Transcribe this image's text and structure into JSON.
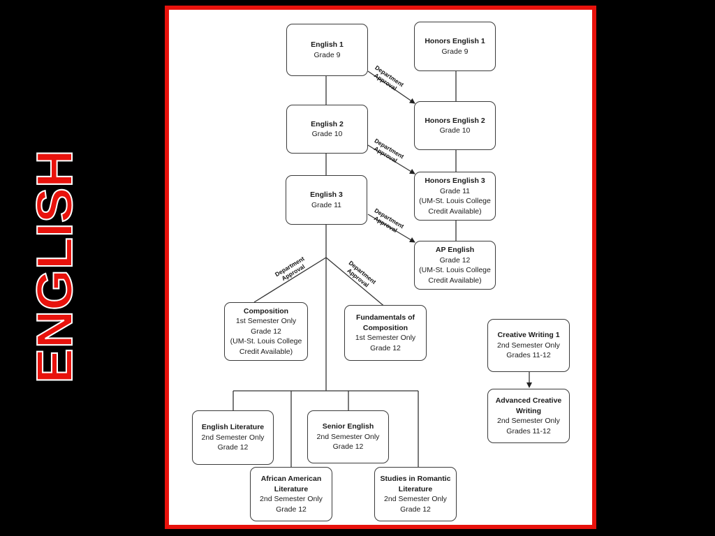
{
  "side_title": "ENGLISH",
  "colors": {
    "accent": "#e8120c",
    "background": "#000000",
    "line": "#333333"
  },
  "nodes": {
    "english1": {
      "title": "English 1",
      "lines": [
        "Grade 9"
      ]
    },
    "honors1": {
      "title": "Honors English 1",
      "lines": [
        "Grade 9"
      ]
    },
    "english2": {
      "title": "English 2",
      "lines": [
        "Grade 10"
      ]
    },
    "honors2": {
      "title": "Honors English 2",
      "lines": [
        "Grade 10"
      ]
    },
    "english3": {
      "title": "English 3",
      "lines": [
        "Grade 11"
      ]
    },
    "honors3": {
      "title": "Honors English 3",
      "lines": [
        "Grade 11",
        "(UM-St. Louis College",
        "Credit Available)"
      ]
    },
    "ap": {
      "title": "AP English",
      "lines": [
        "Grade 12",
        "(UM-St. Louis College",
        "Credit Available)"
      ]
    },
    "composition": {
      "title": "Composition",
      "lines": [
        "1st Semester Only",
        "Grade 12",
        "(UM-St. Louis College",
        "Credit Available)"
      ]
    },
    "fundamentals": {
      "title": "Fundamentals of Composition",
      "lines": [
        "1st Semester Only",
        "Grade 12"
      ]
    },
    "creative1": {
      "title": "Creative Writing 1",
      "lines": [
        "2nd Semester Only",
        "Grades 11-12"
      ]
    },
    "advcreative": {
      "title": "Advanced Creative Writing",
      "lines": [
        "2nd Semester Only",
        "Grades 11-12"
      ]
    },
    "englit": {
      "title": "English Literature",
      "lines": [
        "2nd Semester Only",
        "Grade 12"
      ]
    },
    "senior": {
      "title": "Senior English",
      "lines": [
        "2nd Semester Only",
        "Grade 12"
      ]
    },
    "african": {
      "title": "African American Literature",
      "lines": [
        "2nd Semester Only",
        "Grade 12"
      ]
    },
    "romantic": {
      "title": "Studies in Romantic Literature",
      "lines": [
        "2nd Semester Only",
        "Grade 12"
      ]
    }
  },
  "edge_label": {
    "line1": "Department",
    "line2": "Approval"
  }
}
